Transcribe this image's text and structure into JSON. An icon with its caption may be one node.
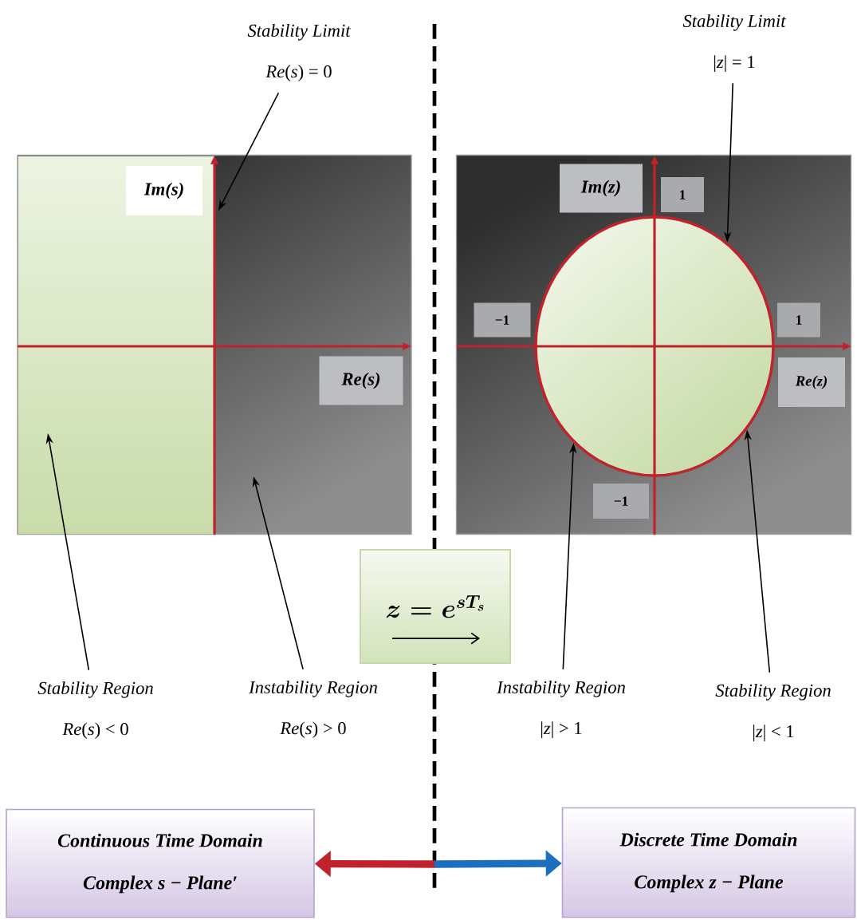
{
  "diagram": {
    "nodes": [
      {
        "text": [
          "Stability Limit",
          "*Re*(*s*) = 0"
        ]
      },
      {
        "text": [
          "Stability Limit",
          "|*z*| = 1"
        ]
      },
      {
        "text": [],
        "shape": "box"
      },
      {
        "text": [
          "Im(s)"
        ],
        "in": 2
      },
      {
        "text": [
          "Re(s)"
        ],
        "in": 2
      },
      {
        "text": [],
        "shape": "box"
      },
      {
        "text": [],
        "shape": "circle",
        "in": 5
      },
      {
        "text": [
          "Im(z)"
        ],
        "in": 5
      },
      {
        "text": [
          "1"
        ],
        "in": 5
      },
      {
        "text": [
          "−1"
        ],
        "in": 5
      },
      {
        "text": [
          "1"
        ],
        "in": 5
      },
      {
        "text": [
          "Re(z)"
        ],
        "in": 5
      },
      {
        "text": [
          "−1"
        ],
        "in": 5
      },
      {
        "text": [
          "z=e^{sT_s}"
        ]
      },
      {
        "text": [
          "Stability Region",
          "*Re*(*s*) < 0"
        ]
      },
      {
        "text": [
          "Instability Region",
          "*Re*(*s*) > 0"
        ]
      },
      {
        "text": [
          "Instability Region",
          "|*z*| > 1"
        ]
      },
      {
        "text": [
          "Stability Region",
          "|*z*| < 1"
        ]
      },
      {
        "text": [
          "Continuous Time Domain",
          "Complex s − Plane′"
        ]
      },
      {
        "text": [
          "Discrete Time Domain",
          "Complex z − Plane"
        ]
      }
    ],
    "edges": [
      {
        "from": 0,
        "to": null,
        "arrow": "to"
      },
      {
        "from": 1,
        "to": 6,
        "arrow": "to"
      },
      {
        "from": 14,
        "to": null,
        "arrow": "to"
      },
      {
        "from": 15,
        "to": null,
        "arrow": "to"
      },
      {
        "from": 16,
        "to": 6,
        "arrow": "to"
      },
      {
        "from": 17,
        "to": 6,
        "arrow": "to"
      },
      {
        "from": 18,
        "to": 19,
        "arrow": "both",
        "style": "thick",
        "color": "#1a6fbf"
      }
    ]
  }
}
